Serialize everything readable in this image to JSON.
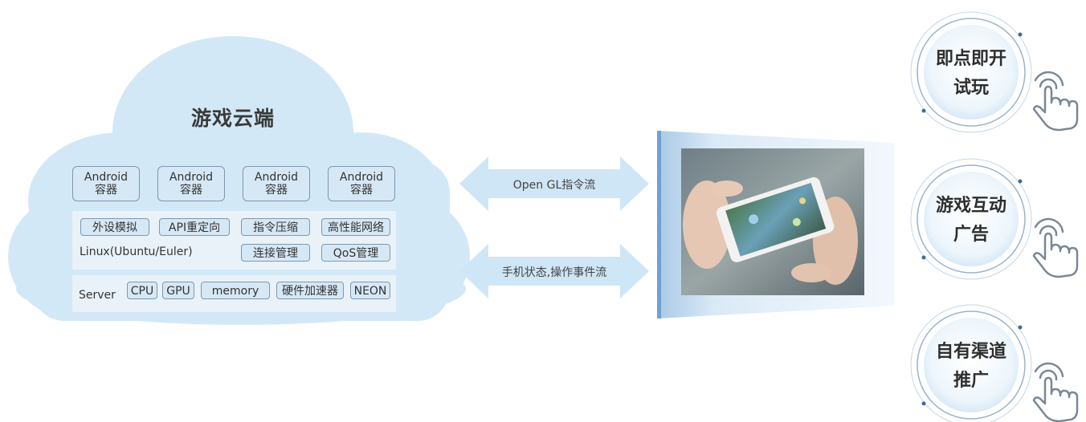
{
  "cloud": {
    "title": "游戏云端",
    "containers": [
      {
        "line1": "Android",
        "line2": "容器"
      },
      {
        "line1": "Android",
        "line2": "容器"
      },
      {
        "line1": "Android",
        "line2": "容器"
      },
      {
        "line1": "Android",
        "line2": "容器"
      }
    ],
    "linux_row1": [
      "外设模拟",
      "API重定向",
      "指令压缩",
      "高性能网络"
    ],
    "linux_row2": [
      "连接管理",
      "QoS管理"
    ],
    "linux_label": "Linux(Ubuntu/Euler)",
    "server_label": "Server",
    "server_items": [
      "CPU",
      "GPU",
      "memory",
      "硬件加速器",
      "NEON"
    ]
  },
  "arrows": {
    "top_label": "Open GL指令流",
    "bottom_label": "手机状态,操作事件流"
  },
  "badges": [
    {
      "line1": "即点即开",
      "line2": "试玩"
    },
    {
      "line1": "游戏互动",
      "line2": "广告"
    },
    {
      "line1": "自有渠道",
      "line2": "推广"
    }
  ],
  "colors": {
    "cloud": "#d3e8f7",
    "panel": "#e9f2f9",
    "tag_border": "#7f97ad",
    "arrow": "#cfe6f6",
    "badge_ring": "#9ab3cc",
    "hand_outline": "#7a8894"
  }
}
